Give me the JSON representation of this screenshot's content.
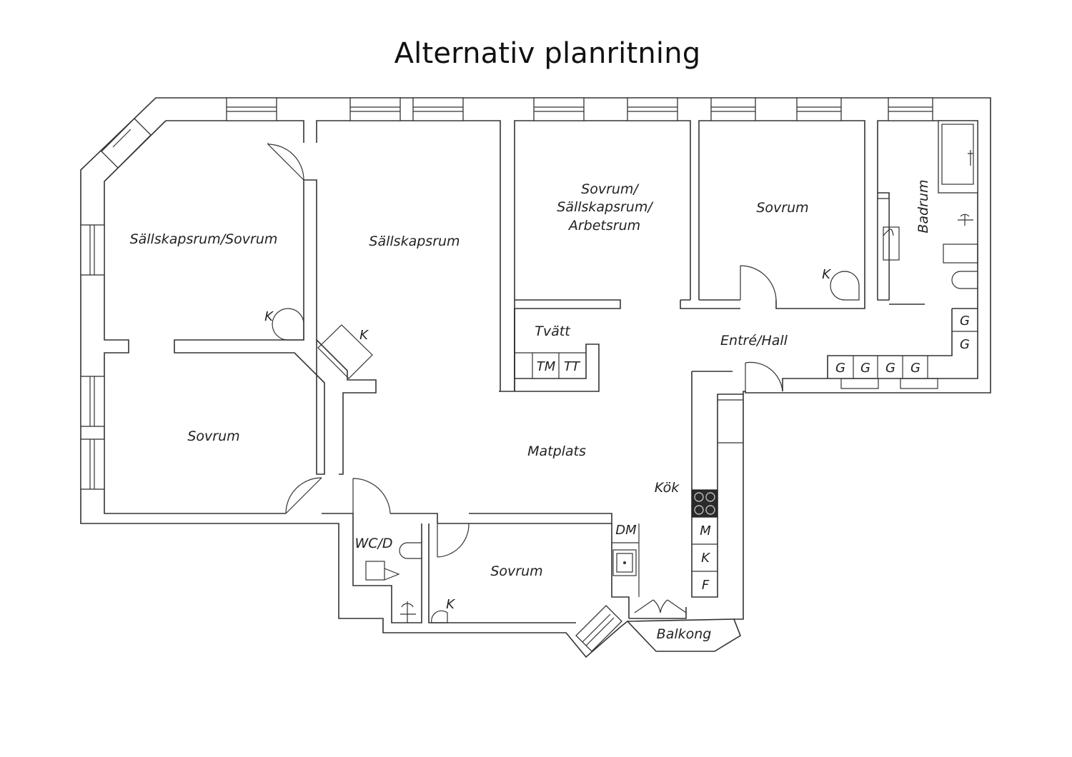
{
  "title": "Alternativ planritning",
  "rooms": {
    "sallskap_sovrum": "Sällskapsrum/Sovrum",
    "sallskapsrum": "Sällskapsrum",
    "sovrum_multi_1": "Sovrum/",
    "sovrum_multi_2": "Sällskapsrum/",
    "sovrum_multi_3": "Arbetsrum",
    "sovrum_ne": "Sovrum",
    "badrum": "Badrum",
    "sovrum_w": "Sovrum",
    "tvatt": "Tvätt",
    "entre": "Entré/Hall",
    "matplats": "Matplats",
    "kok": "Kök",
    "wc": "WC/D",
    "sovrum_s": "Sovrum",
    "balkong": "Balkong"
  },
  "fixtures": {
    "tm": "TM",
    "tt": "TT",
    "dm": "DM",
    "m": "M",
    "k_kitchen": "K",
    "f": "F",
    "g": "G",
    "k_stove": "K"
  },
  "stove_icons": [
    "kakelugn-icon",
    "kakelugn-icon",
    "kakelugn-icon",
    "kakelugn-icon",
    "kakelugn-icon",
    "kakelugn-icon"
  ]
}
